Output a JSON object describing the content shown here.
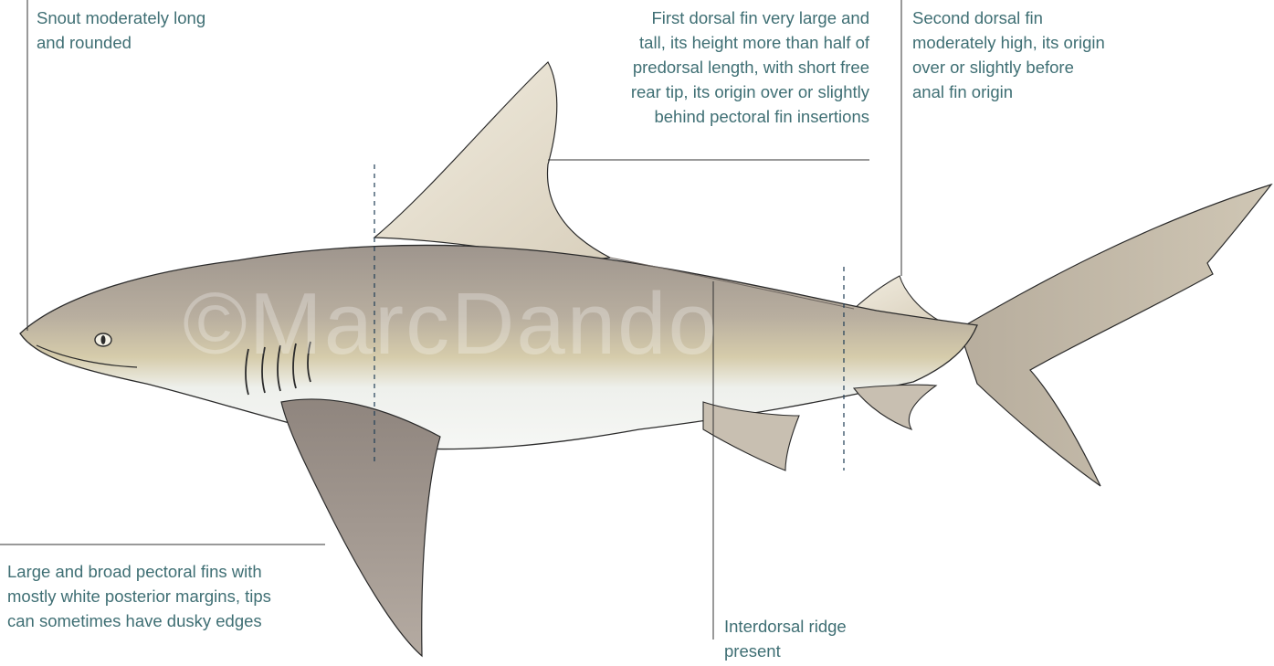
{
  "annotations": {
    "snout": "Snout moderately long\nand rounded",
    "first_dorsal": "First dorsal fin very large and\ntall, its height more than half of\npredorsal length, with short free\nrear tip, its origin over or slightly\nbehind pectoral fin insertions",
    "second_dorsal": "Second dorsal fin\nmoderately high, its origin\nover or slightly before\nanal fin origin",
    "pectoral": "Large and broad pectoral fins with\nmostly white posterior margins, tips\ncan sometimes have dusky edges",
    "interdorsal": "Interdorsal ridge\npresent"
  },
  "watermark": "©MarcDando",
  "colors": {
    "label_text": "#3f6f74",
    "leader_line": "#333333",
    "body_dorsal": "#a89f96",
    "body_mid": "#d2c7a8",
    "belly": "#f3f5f3",
    "fin": "#e9e2d3",
    "pectoral_fin": "#a59a92",
    "outline": "#2b2b2b"
  }
}
